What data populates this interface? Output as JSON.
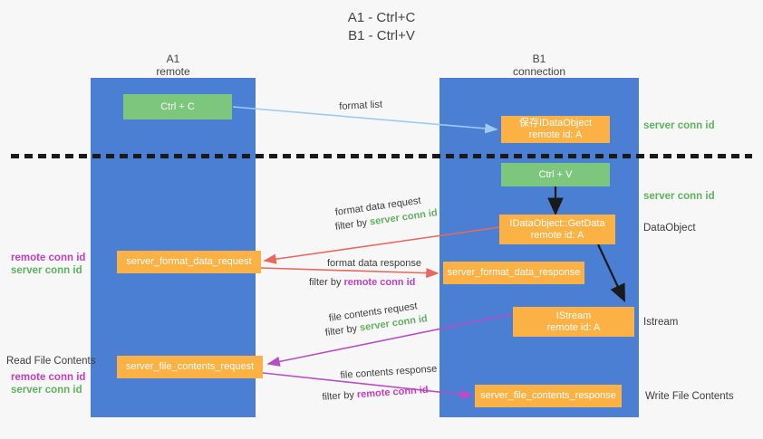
{
  "title": {
    "line1": "A1 - Ctrl+C",
    "line2": "B1 - Ctrl+V"
  },
  "colors": {
    "column": "#4a7fd4",
    "green_box": "#7dc67d",
    "orange_box": "#fbb143",
    "server_conn": "#5fb25f",
    "remote_conn": "#c13fc1",
    "background": "#f7f7f7",
    "divider": "#1a1a1a",
    "arrow_format_list": "#9ecbef",
    "arrow_format_data": "#e8685d",
    "arrow_file_contents": "#b94dc4",
    "arrow_flow": "#1a1a1a"
  },
  "columns": [
    {
      "name": "A1",
      "subtitle": "remote"
    },
    {
      "name": "B1",
      "subtitle": "connection"
    }
  ],
  "boxes": {
    "ctrl_c": {
      "line1": "Ctrl + C"
    },
    "ctrl_v": {
      "line1": "Ctrl + V"
    },
    "save_dataobject": {
      "line1": "保存IDataObject",
      "line2": "remote id: A"
    },
    "getdata": {
      "line1": "IDataObject::GetData",
      "line2": "remote id: A"
    },
    "istream": {
      "line1": "IStream",
      "line2": "remote id: A"
    },
    "server_format_data_request": {
      "line1": "server_format_data_request"
    },
    "server_format_data_response": {
      "line1": "server_format_data_response"
    },
    "server_file_contents_request": {
      "line1": "server_file_contents_request"
    },
    "server_file_contents_response": {
      "line1": "server_file_contents_response"
    }
  },
  "edge_labels": {
    "format_list": "format list",
    "format_data_request": "format data request",
    "format_data_request_filter_prefix": "filter by ",
    "format_data_request_filter_key": "server conn id",
    "format_data_response": "format data response",
    "format_data_response_filter_prefix": "filter by ",
    "format_data_response_filter_key": "remote conn id",
    "file_contents_request": "file contents request",
    "file_contents_request_filter_prefix": "filter by ",
    "file_contents_request_filter_key": "server conn id",
    "file_contents_response": "file contents response",
    "file_contents_response_filter_prefix": "filter by ",
    "file_contents_response_filter_key": "remote conn id"
  },
  "right_labels": {
    "server_conn_id_top": "server conn id",
    "server_conn_id_mid": "server conn id",
    "dataobject": "DataObject",
    "istream": "Istream",
    "write_file_contents": "Write File Contents"
  },
  "left_labels": {
    "remote_conn_id_1": "remote conn id",
    "server_conn_id_1": "server conn id",
    "read_file_contents": "Read File Contents",
    "remote_conn_id_2": "remote conn id",
    "server_conn_id_2": "server conn id"
  }
}
